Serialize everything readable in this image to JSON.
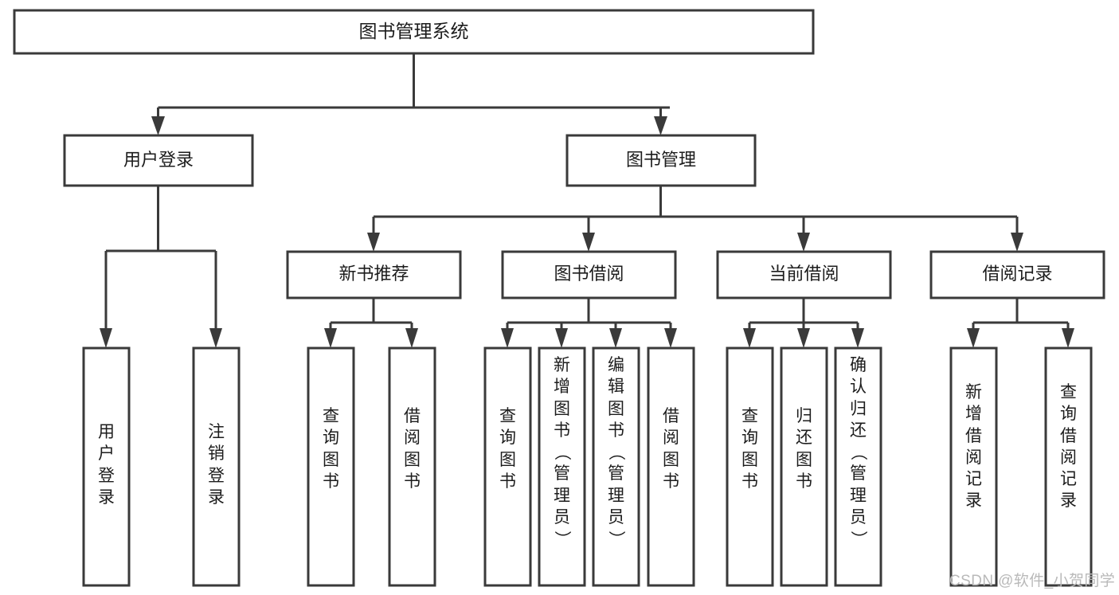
{
  "diagram": {
    "title": "图书管理系统",
    "type": "tree",
    "watermark": "CSDN @软件_小贺同学",
    "colors": {
      "background": "#ffffff",
      "box_stroke": "#3a3a3a",
      "box_fill": "#ffffff",
      "text": "#1c1c1c",
      "connector": "#3a3a3a",
      "watermark": "#b9b9b9"
    },
    "levels": {
      "root": {
        "label": "图书管理系统"
      },
      "level2": [
        {
          "id": "user-login",
          "label": "用户登录"
        },
        {
          "id": "book-management",
          "label": "图书管理"
        }
      ],
      "level3": [
        {
          "id": "new-book-recommend",
          "label": "新书推荐",
          "parent": "book-management"
        },
        {
          "id": "book-borrow",
          "label": "图书借阅",
          "parent": "book-management"
        },
        {
          "id": "current-borrow",
          "label": "当前借阅",
          "parent": "book-management"
        },
        {
          "id": "borrow-record",
          "label": "借阅记录",
          "parent": "book-management"
        }
      ],
      "leaves": [
        {
          "id": "leaf-user-login",
          "label": "用户登录",
          "parent": "user-login"
        },
        {
          "id": "leaf-logout",
          "label": "注销登录",
          "parent": "user-login"
        },
        {
          "id": "leaf-query-book-1",
          "label": "查询图书",
          "parent": "new-book-recommend"
        },
        {
          "id": "leaf-borrow-book-1",
          "label": "借阅图书",
          "parent": "new-book-recommend"
        },
        {
          "id": "leaf-query-book-2",
          "label": "查询图书",
          "parent": "book-borrow"
        },
        {
          "id": "leaf-add-book",
          "label": "新增图书（管理员）",
          "parent": "book-borrow"
        },
        {
          "id": "leaf-edit-book",
          "label": "编辑图书（管理员）",
          "parent": "book-borrow"
        },
        {
          "id": "leaf-borrow-book-2",
          "label": "借阅图书",
          "parent": "book-borrow"
        },
        {
          "id": "leaf-query-book-3",
          "label": "查询图书",
          "parent": "current-borrow"
        },
        {
          "id": "leaf-return-book",
          "label": "归还图书",
          "parent": "current-borrow"
        },
        {
          "id": "leaf-confirm-return",
          "label": "确认归还（管理员）",
          "parent": "current-borrow"
        },
        {
          "id": "leaf-add-record",
          "label": "新增借阅记录",
          "parent": "borrow-record"
        },
        {
          "id": "leaf-query-record",
          "label": "查询借阅记录",
          "parent": "borrow-record"
        }
      ]
    }
  }
}
